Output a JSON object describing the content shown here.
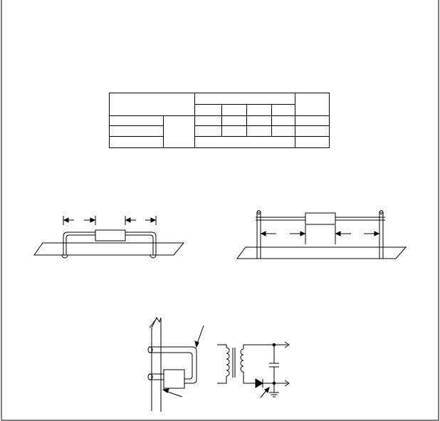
{
  "figure": {
    "description_hidden": "",
    "stroke_color": "#000000",
    "fill_color": "#ffffff",
    "icons": [
      "mounting-table-outline",
      "resistor-lead-spacing-diagram",
      "resistor-standoff-diagram",
      "chassis-mount-diagram",
      "transformer-symbol",
      "zener-diode-symbol",
      "capacitor-symbol",
      "ground-symbol",
      "arrow-icon"
    ]
  }
}
